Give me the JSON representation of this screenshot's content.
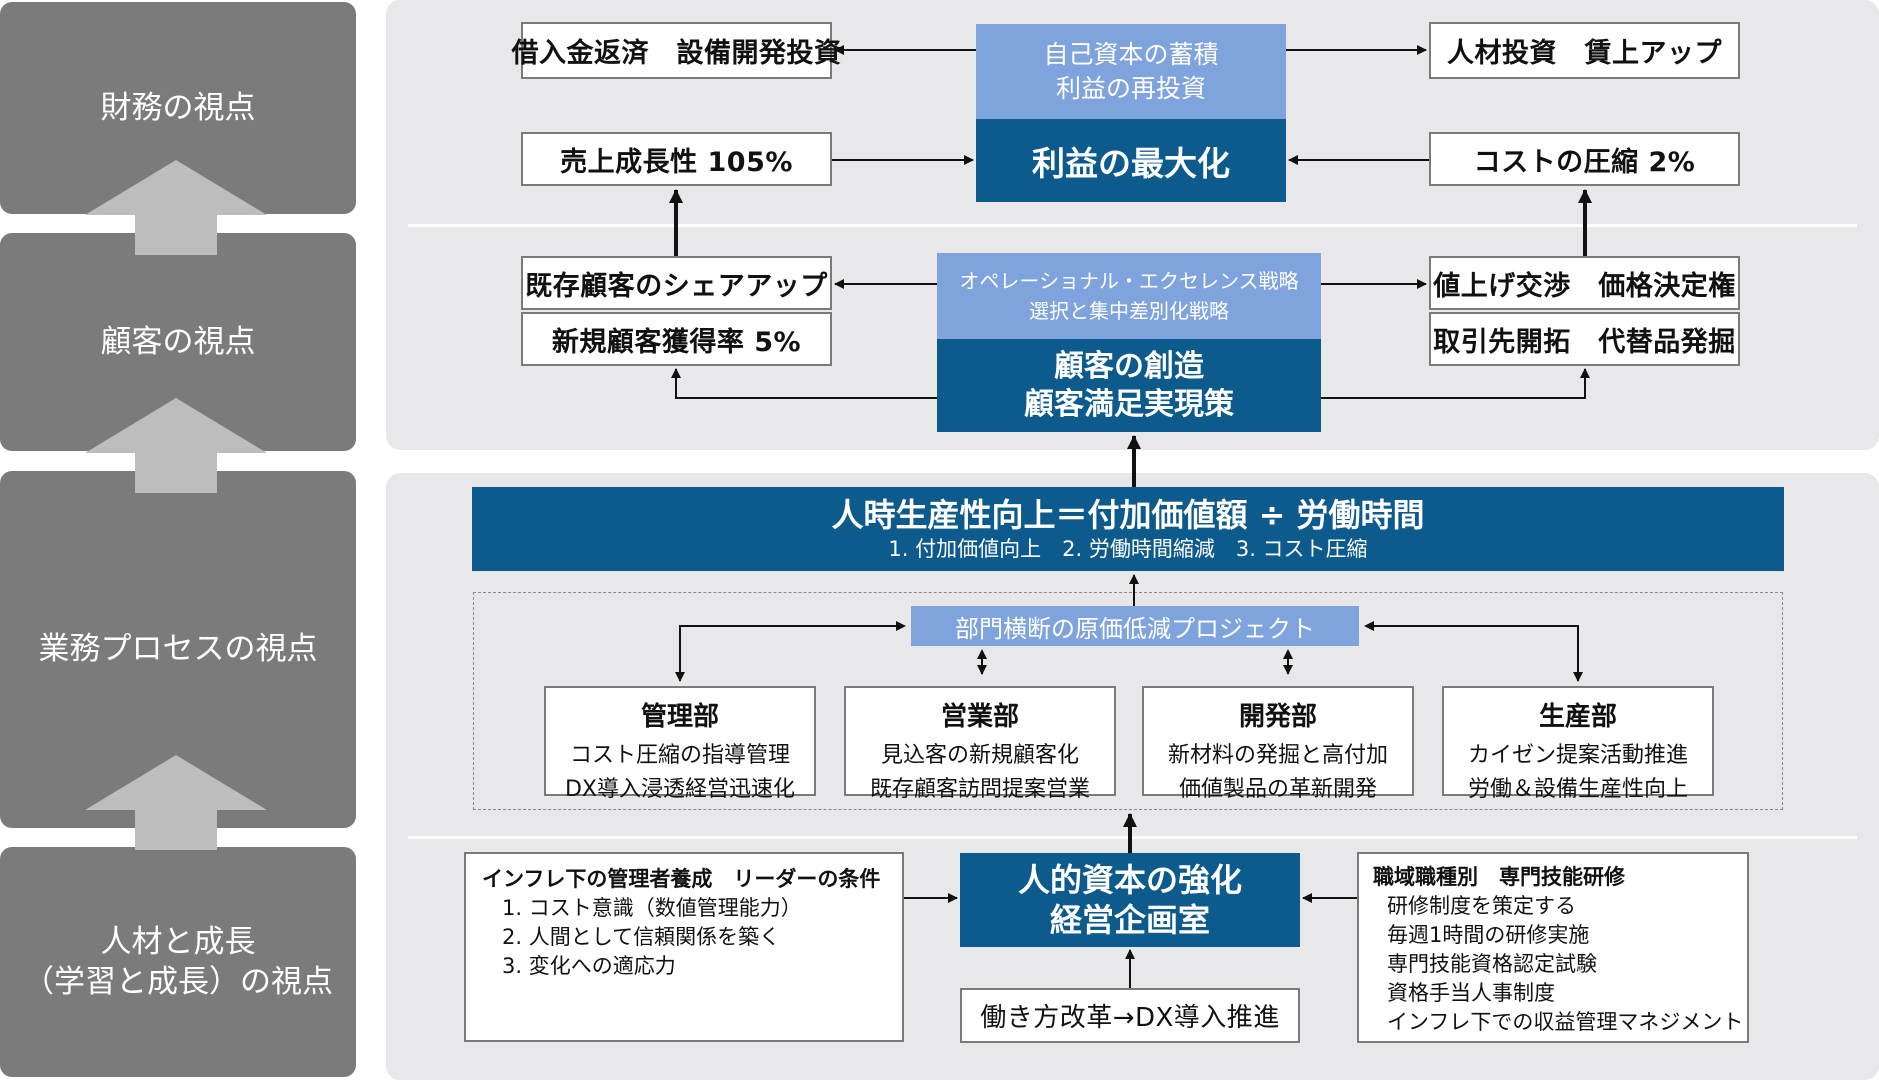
{
  "perspectives": {
    "financial": "財務の視点",
    "customer": "顧客の視点",
    "process": "業務プロセスの視点",
    "learning_line1": "人材と成長",
    "learning_line2": "（学習と成長）の視点"
  },
  "financial": {
    "top_center_line1": "自己資本の蓄積",
    "top_center_line2": "利益の再投資",
    "main": "利益の最大化",
    "top_left": "借入金返済　設備開発投資",
    "top_right": "人材投資　賃上アップ",
    "mid_left": "売上成長性 105%",
    "mid_right": "コストの圧縮 2%"
  },
  "customer": {
    "strategy_line1": "オペレーショナル・エクセレンス戦略",
    "strategy_line2": "選択と集中差別化戦略",
    "main_line1": "顧客の創造",
    "main_line2": "顧客満足実現策",
    "left_top": "既存顧客のシェアアップ",
    "left_bottom": "新規顧客獲得率 5%",
    "right_top": "値上げ交渉　価格決定権",
    "right_bottom": "取引先開拓　代替品発掘"
  },
  "process": {
    "banner_title": "人時生産性向上＝付加価値額 ÷ 労働時間",
    "banner_sub": "1. 付加価値向上　2. 労働時間縮減　3. コスト圧縮",
    "project": "部門横断の原価低減プロジェクト",
    "departments": [
      {
        "name": "管理部",
        "line1": "コスト圧縮の指導管理",
        "line2": "DX導入浸透経営迅速化"
      },
      {
        "name": "営業部",
        "line1": "見込客の新規顧客化",
        "line2": "既存顧客訪問提案営業"
      },
      {
        "name": "開発部",
        "line1": "新材料の発掘と高付加",
        "line2": "価値製品の革新開発"
      },
      {
        "name": "生産部",
        "line1": "カイゼン提案活動推進",
        "line2": "労働＆設備生産性向上"
      }
    ]
  },
  "learning": {
    "main_line1": "人的資本の強化",
    "main_line2": "経営企画室",
    "bottom": "働き方改革→DX導入推進",
    "left_title": "インフレ下の管理者養成　リーダーの条件",
    "left_items": [
      "1. コスト意識（数値管理能力）",
      "2. 人間として信頼関係を築く",
      "3. 変化への適応力"
    ],
    "right_title": "職域職種別　専門技能研修",
    "right_items": [
      "研修制度を策定する",
      "毎週1時間の研修実施",
      "専門技能資格認定試験",
      "資格手当人事制度",
      "インフレ下での収益管理マネジメント"
    ]
  },
  "colors": {
    "dark_blue": "#0d5a8c",
    "light_blue": "#7fa3dd",
    "perspective_gray": "#7b7b7b",
    "panel_gray": "#e8e8ea"
  }
}
